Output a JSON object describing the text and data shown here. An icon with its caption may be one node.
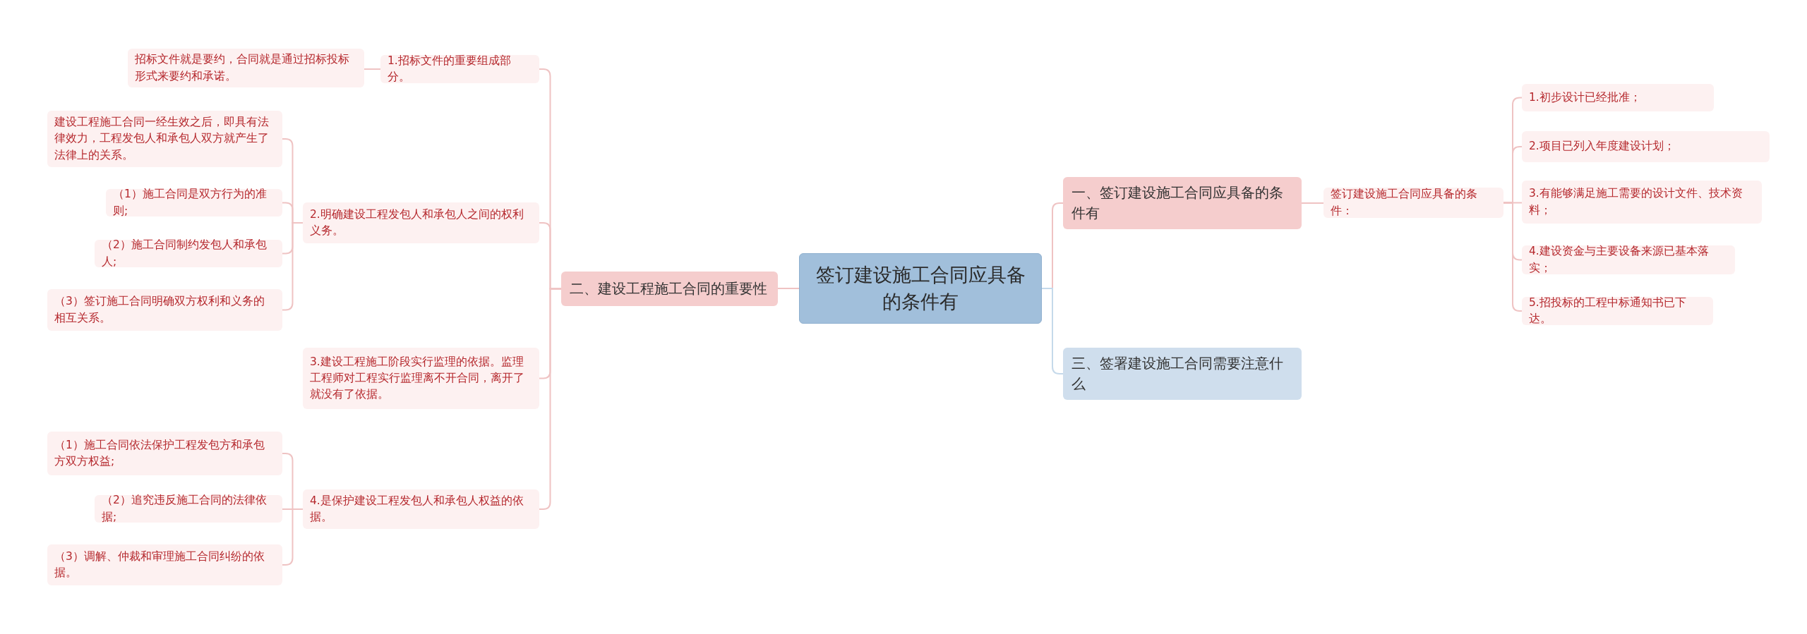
{
  "diagram": {
    "nodes": [
      {
        "text": [
          "签订建设施工合同应具备的条件有"
        ]
      },
      {
        "text": [
          "一、签订建设施工合同应具备的条件有"
        ]
      },
      {
        "text": [
          "签订建设施工合同应具备的条件："
        ]
      },
      {
        "text": [
          "1.初步设计已经批准；"
        ]
      },
      {
        "text": [
          "2.项目已列入年度建设计划；"
        ]
      },
      {
        "text": [
          "3.有能够满足施工需要的设计文件、技术资料；"
        ]
      },
      {
        "text": [
          "4.建设资金与主要设备来源已基本落实；"
        ]
      },
      {
        "text": [
          "5.招投标的工程中标通知书已下达。"
        ]
      },
      {
        "text": [
          "三、签署建设施工合同需要注意什么"
        ]
      },
      {
        "text": [
          "二、建设工程施工合同的重要性"
        ]
      },
      {
        "text": [
          "1.招标文件的重要组成部分。"
        ]
      },
      {
        "text": [
          "招标文件就是要约，合同就是通过招标投标形式来要约和承诺。"
        ]
      },
      {
        "text": [
          "2.明确建设工程发包人和承包人之间的权利义务。"
        ]
      },
      {
        "text": [
          "建设工程施工合同一经生效之后，即具有法律效力，工程发包人和承包人双方就产生了法律上的关系。"
        ]
      },
      {
        "text": [
          "（1）施工合同是双方行为的准则;"
        ]
      },
      {
        "text": [
          "（2）施工合同制约发包人和承包人;"
        ]
      },
      {
        "text": [
          "（3）签订施工合同明确双方权利和义务的相互关系。"
        ]
      },
      {
        "text": [
          "3.建设工程施工阶段实行监理的依据。监理工程师对工程实行监理离不开合同，离开了就没有了依据。"
        ]
      },
      {
        "text": [
          "4.是保护建设工程发包人和承包人权益的依据。"
        ]
      },
      {
        "text": [
          "（1）施工合同依法保护工程发包方和承包方双方权益;"
        ]
      },
      {
        "text": [
          "（2）追究违反施工合同的法律依据;"
        ]
      },
      {
        "text": [
          "（3）调解、仲裁和审理施工合同纠纷的依据。"
        ]
      }
    ],
    "edges": [
      {
        "from": 0,
        "to": 1,
        "arrow": "none"
      },
      {
        "from": 1,
        "to": 2,
        "arrow": "none"
      },
      {
        "from": 2,
        "to": 3,
        "arrow": "none"
      },
      {
        "from": 2,
        "to": 4,
        "arrow": "none"
      },
      {
        "from": 2,
        "to": 5,
        "arrow": "none"
      },
      {
        "from": 2,
        "to": 6,
        "arrow": "none"
      },
      {
        "from": 2,
        "to": 7,
        "arrow": "none"
      },
      {
        "from": 0,
        "to": 8,
        "arrow": "none",
        "color": "#c5d9ea"
      },
      {
        "from": 0,
        "to": 9,
        "arrow": "none"
      },
      {
        "from": 9,
        "to": 10,
        "arrow": "none"
      },
      {
        "from": 10,
        "to": 11,
        "arrow": "none"
      },
      {
        "from": 9,
        "to": 12,
        "arrow": "none"
      },
      {
        "from": 12,
        "to": 13,
        "arrow": "none"
      },
      {
        "from": 12,
        "to": 14,
        "arrow": "none"
      },
      {
        "from": 12,
        "to": 15,
        "arrow": "none"
      },
      {
        "from": 12,
        "to": 16,
        "arrow": "none"
      },
      {
        "from": 9,
        "to": 17,
        "arrow": "none"
      },
      {
        "from": 9,
        "to": 18,
        "arrow": "none"
      },
      {
        "from": 18,
        "to": 19,
        "arrow": "none"
      },
      {
        "from": 18,
        "to": 20,
        "arrow": "none"
      },
      {
        "from": 18,
        "to": 21,
        "arrow": "none"
      }
    ]
  }
}
